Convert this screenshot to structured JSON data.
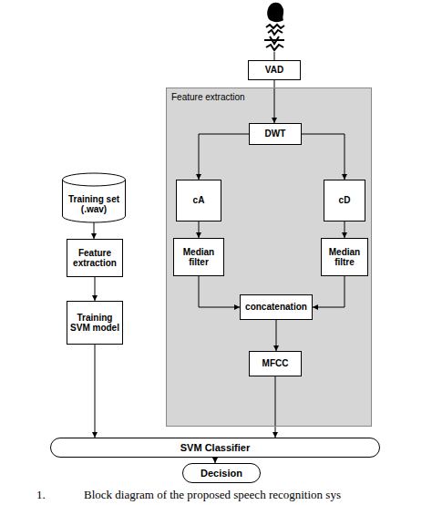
{
  "diagram": {
    "caption": "Block diagram of the proposed speech recognition sys",
    "nodes": [
      {
        "text": [
          "VAD"
        ]
      },
      {
        "text": [
          "Feature extraction"
        ]
      },
      {
        "text": [
          "DWT"
        ],
        "in": 1
      },
      {
        "text": [
          "cA"
        ],
        "in": 1
      },
      {
        "text": [
          "cD"
        ],
        "in": 1
      },
      {
        "text": [
          "Median filter"
        ],
        "in": 1
      },
      {
        "text": [
          "Median filtre"
        ],
        "in": 1
      },
      {
        "text": [
          "concatenation"
        ],
        "in": 1
      },
      {
        "text": [
          "MFCC"
        ],
        "in": 1
      },
      {
        "text": [
          "Training set (.wav)"
        ]
      },
      {
        "text": [
          "Feature extraction"
        ]
      },
      {
        "text": [
          "Training SVM model"
        ]
      },
      {
        "text": [
          "SVM Classifier"
        ]
      },
      {
        "text": [
          "Decision"
        ]
      }
    ],
    "edges": [
      {
        "from": 0,
        "to": 2,
        "arrow": "to"
      },
      {
        "from": 2,
        "to": 3,
        "arrow": "to"
      },
      {
        "from": 2,
        "to": 4,
        "arrow": "to"
      },
      {
        "from": 3,
        "to": 5,
        "arrow": "to"
      },
      {
        "from": 4,
        "to": 6,
        "arrow": "to"
      },
      {
        "from": 5,
        "to": 7,
        "arrow": "to"
      },
      {
        "from": 6,
        "to": 7,
        "arrow": "to"
      },
      {
        "from": 7,
        "to": 8,
        "arrow": "to"
      },
      {
        "from": 8,
        "to": 12,
        "arrow": "to"
      },
      {
        "from": 9,
        "to": 10,
        "arrow": "to"
      },
      {
        "from": 10,
        "to": 11,
        "arrow": "to"
      },
      {
        "from": 11,
        "to": 12,
        "arrow": "to"
      },
      {
        "from": 12,
        "to": 13,
        "arrow": "to"
      }
    ],
    "labels": [
      "1."
    ]
  }
}
